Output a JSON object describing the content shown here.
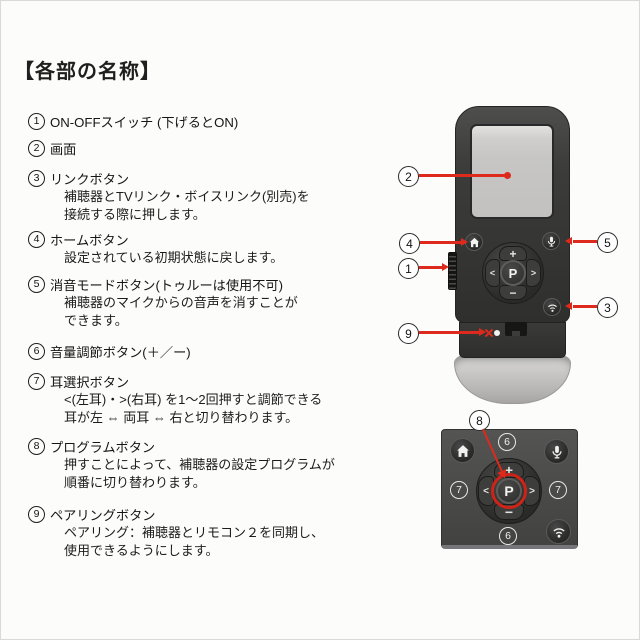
{
  "page": {
    "title": "【各部の名称】"
  },
  "parts": [
    {
      "num": "1",
      "title": "ON-OFFスイッチ (下げるとON)",
      "desc": []
    },
    {
      "num": "2",
      "title": "画面",
      "desc": []
    },
    {
      "num": "3",
      "title": "リンクボタン",
      "desc": [
        "補聴器とTVリンク・ボイスリンク(別売)を",
        "接続する際に押します。"
      ]
    },
    {
      "num": "4",
      "title": "ホームボタン",
      "desc": [
        "設定されている初期状態に戻します。"
      ]
    },
    {
      "num": "5",
      "title": "消音モードボタン(トゥルーは使用不可)",
      "desc": [
        "補聴器のマイクからの音声を消すことが",
        "できます。"
      ]
    },
    {
      "num": "6",
      "title": "音量調節ボタン(＋／ー)",
      "desc": []
    },
    {
      "num": "7",
      "title": "耳選択ボタン",
      "desc": [
        "<(左耳)・>(右耳) を1～2回押すと調節できる",
        "耳が左 ⇔ 両耳 ⇔ 右と切り替わります。"
      ]
    },
    {
      "num": "8",
      "title": "プログラムボタン",
      "desc": [
        "押すことによって、補聴器の設定プログラムが",
        "順番に切り替わります。"
      ]
    },
    {
      "num": "9",
      "title": "ペアリングボタン",
      "desc": [
        "ペアリング：補聴器とリモコン２を同期し、",
        "使用できるようにします。"
      ]
    }
  ],
  "device": {
    "callouts": {
      "power": "1",
      "screen": "2",
      "link": "3",
      "home": "4",
      "mute": "5",
      "pairing": "9"
    },
    "dpad": {
      "up": "+",
      "down": "−",
      "left": "<",
      "right": ">",
      "center": "P"
    }
  },
  "closeup": {
    "callouts": {
      "volume": "6",
      "ear": "7",
      "program": "8"
    }
  },
  "icons": {
    "home_icon": "house shape",
    "mic_icon": "microphone",
    "link_icon": "signal arcs with dot",
    "power_icon": "ridged slide switch",
    "pairing_icon": "small white dot"
  },
  "colors": {
    "callout_red": "#de2a1d",
    "body_dark": "#3c3c3a",
    "screen_gray": "#c7c6c4",
    "dome_silver": "#c6c5c3",
    "panel_gray": "#4d4d4b"
  }
}
